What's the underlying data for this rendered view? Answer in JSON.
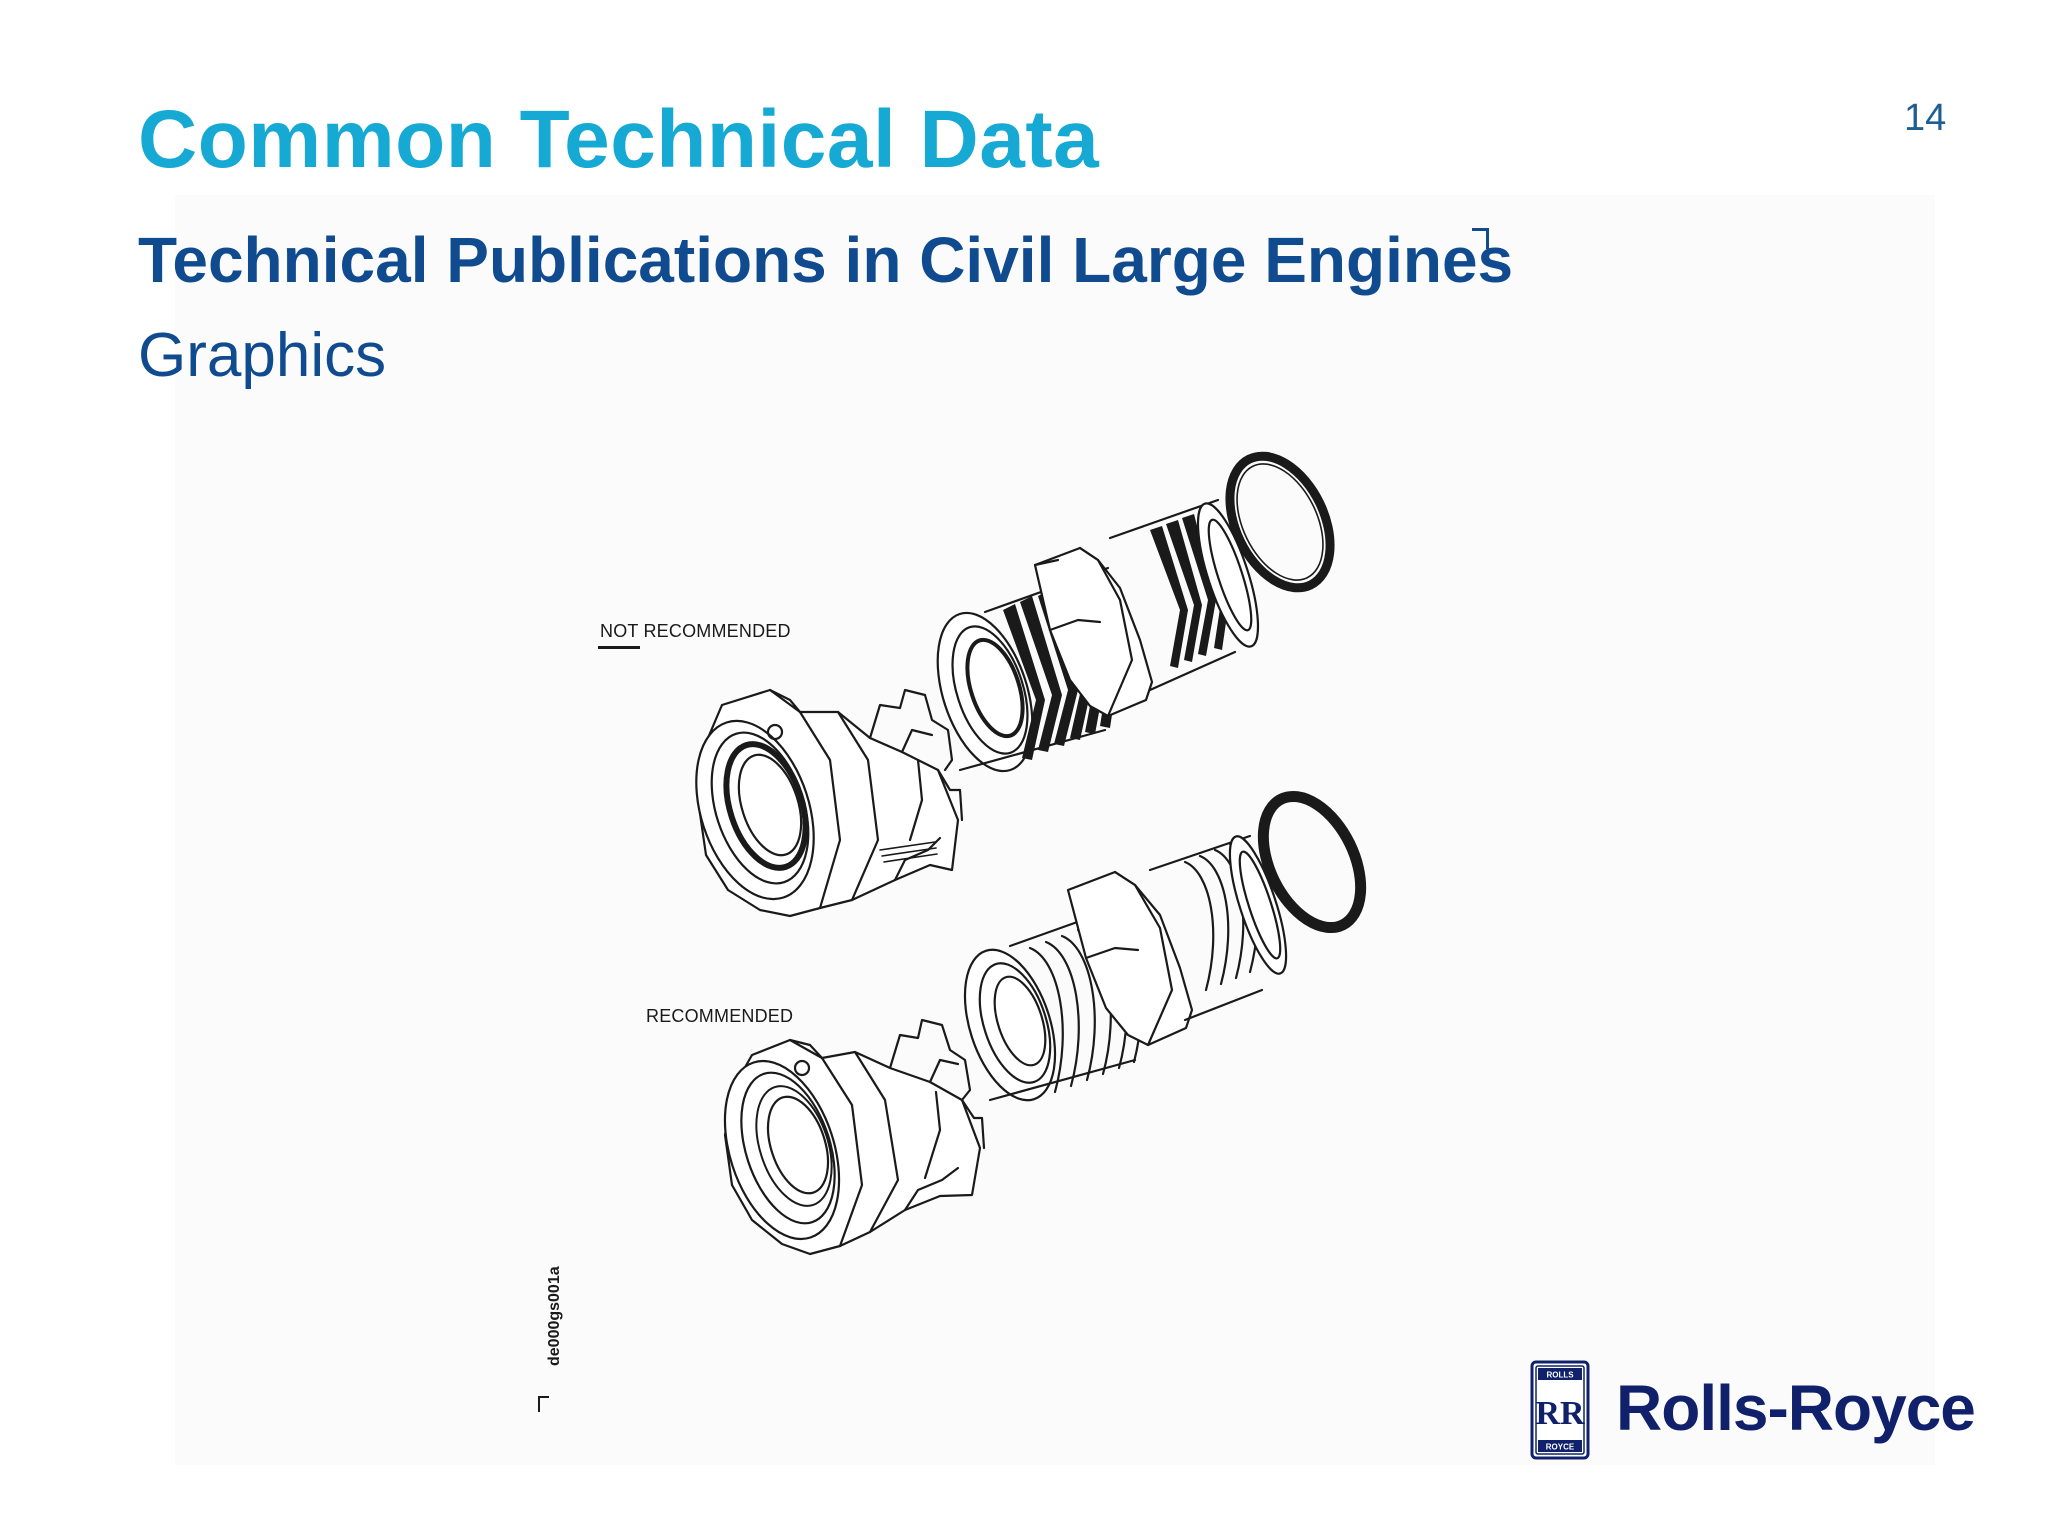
{
  "slide": {
    "title": "Common Technical Data",
    "subtitle": "Technical Publications in Civil Large Engines",
    "section": "Graphics",
    "page_number": "14"
  },
  "figure": {
    "label_not_recommended": "NOT RECOMMENDED",
    "label_recommended": "RECOMMENDED",
    "drawing_ref": "de000gs001a",
    "components": [
      "coupling-nut-icon",
      "threaded-union-icon",
      "o-ring-icon"
    ]
  },
  "logo": {
    "wordmark": "Rolls-Royce",
    "badge_top": "ROLLS",
    "badge_bottom": "ROYCE",
    "badge_monogram": "RR",
    "color": "#10206b"
  },
  "colors": {
    "title": "#16a9d4",
    "subtitle": "#0f4b8e",
    "line_art": "#1a1a1a"
  }
}
